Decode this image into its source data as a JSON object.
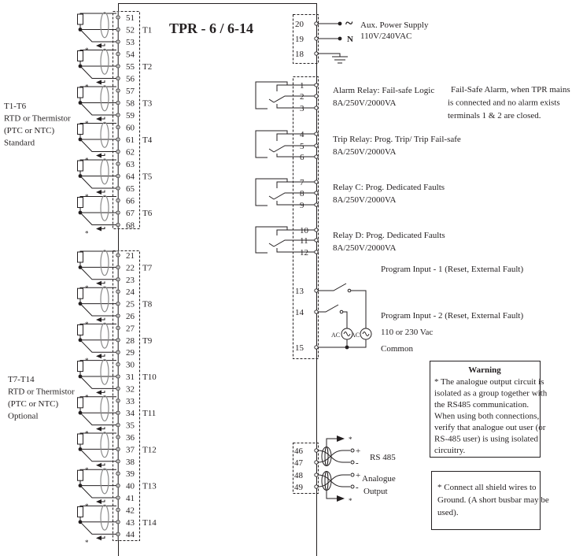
{
  "title": "TPR - 6 / 6-14",
  "left_groups": [
    {
      "terminals": [
        "51",
        "52",
        "53"
      ],
      "label": "T1"
    },
    {
      "terminals": [
        "54",
        "55",
        "56"
      ],
      "label": "T2"
    },
    {
      "terminals": [
        "57",
        "58",
        "59"
      ],
      "label": "T3"
    },
    {
      "terminals": [
        "60",
        "61",
        "62"
      ],
      "label": "T4"
    },
    {
      "terminals": [
        "63",
        "64",
        "65"
      ],
      "label": "T5"
    },
    {
      "terminals": [
        "66",
        "67",
        "68"
      ],
      "label": "T6"
    },
    {
      "terminals": [
        "21",
        "22",
        "23"
      ],
      "label": "T7"
    },
    {
      "terminals": [
        "24",
        "25",
        "26"
      ],
      "label": "T8"
    },
    {
      "terminals": [
        "27",
        "28",
        "29"
      ],
      "label": "T9"
    },
    {
      "terminals": [
        "30",
        "31",
        "32"
      ],
      "label": "T10"
    },
    {
      "terminals": [
        "33",
        "34",
        "35"
      ],
      "label": "T11"
    },
    {
      "terminals": [
        "36",
        "37",
        "38"
      ],
      "label": "T12"
    },
    {
      "terminals": [
        "39",
        "40",
        "41"
      ],
      "label": "T13"
    },
    {
      "terminals": [
        "42",
        "43",
        "44"
      ],
      "label": "T14"
    }
  ],
  "shield_mark": "*",
  "standard_note": [
    "T1-T6",
    "RTD or Thermistor",
    "(PTC or NTC)",
    "Standard"
  ],
  "optional_note": [
    "T7-T14",
    "RTD or Thermistor",
    "(PTC or NTC)",
    "Optional"
  ],
  "power": {
    "terminals": [
      "20",
      "19",
      "18"
    ],
    "tilde": "~",
    "neutral": "N",
    "label": "Aux. Power   Supply",
    "voltage": "110V/240VAC"
  },
  "relays": [
    {
      "terminals": [
        "1",
        "2",
        "3"
      ],
      "name": "Alarm Relay: Fail-safe Logic",
      "rating": "8A/250V/2000VA"
    },
    {
      "terminals": [
        "4",
        "5",
        "6"
      ],
      "name": "Trip Relay: Prog. Trip/ Trip Fail-safe",
      "rating": "8A/250V/2000VA"
    },
    {
      "terminals": [
        "7",
        "8",
        "9"
      ],
      "name": "Relay C: Prog. Dedicated Faults",
      "rating": "8A/250V/2000VA"
    },
    {
      "terminals": [
        "10",
        "11",
        "12"
      ],
      "name": "Relay D: Prog. Dedicated Faults",
      "rating": "8A/250V/2000VA"
    }
  ],
  "failsafe_note": [
    "Fail-Safe Alarm, when TPR mains",
    "is connected and no alarm  exists",
    "terminals 1 & 2 are closed."
  ],
  "inputs": {
    "terminals": [
      "13",
      "14",
      "15"
    ],
    "input1": "Program Input - 1 (Reset, External Fault)",
    "input2": "Program Input - 2 (Reset, External Fault)",
    "voltage": "110 or 230 Vac",
    "common": "Common",
    "ac": "AC"
  },
  "comms": {
    "terminals": [
      "46",
      "47",
      "48",
      "49"
    ],
    "plus": "+",
    "minus": "-",
    "rs485": "RS 485",
    "analogue": [
      "Analogue",
      "Output"
    ]
  },
  "warning": {
    "title": "Warning",
    "lines": [
      "* The analogue output circuit is",
      "isolated as a group together with",
      "the RS485 communication.",
      "When using both connections,",
      "verify that analogue out user  (or",
      "RS-485 user) is using isolated",
      "circuitry."
    ]
  },
  "shield_note": [
    "* Connect all shield wires  to",
    "Ground. (A short busbar may be",
    "used)."
  ]
}
